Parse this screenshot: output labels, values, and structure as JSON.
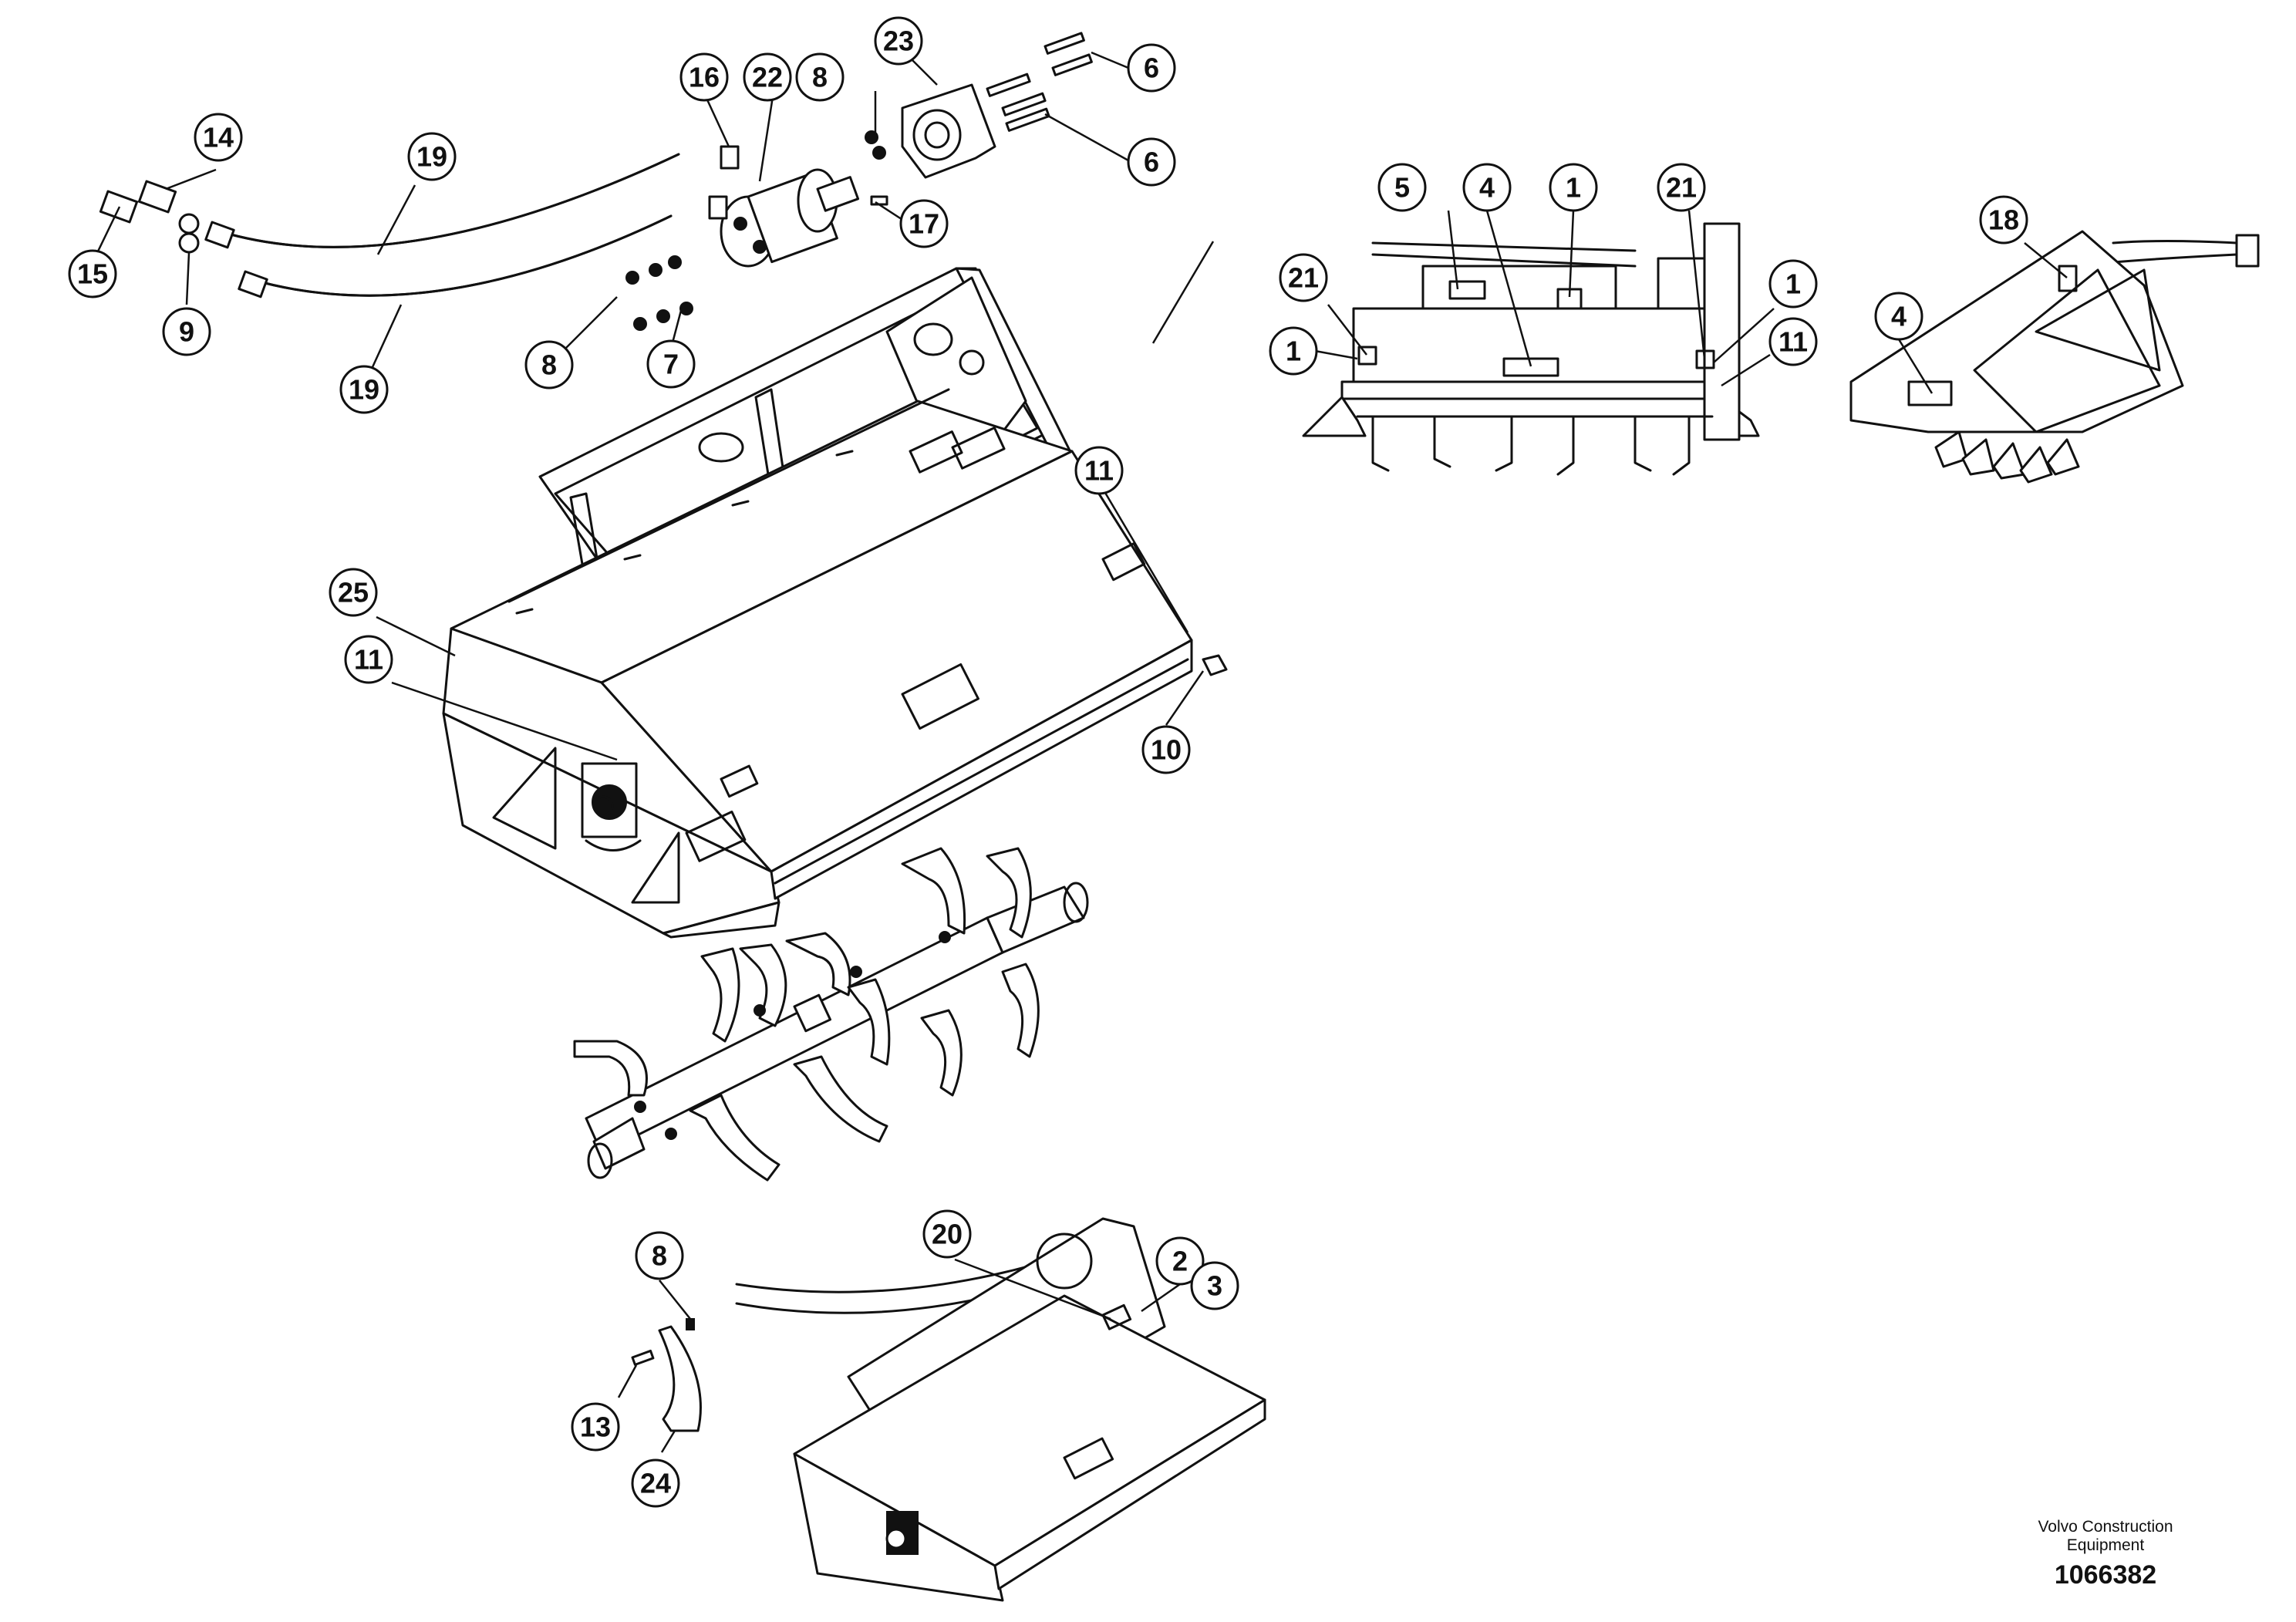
{
  "callouts": [
    {
      "label": "1"
    },
    {
      "label": "1"
    },
    {
      "label": "1"
    },
    {
      "label": "2"
    },
    {
      "label": "3"
    },
    {
      "label": "4"
    },
    {
      "label": "4"
    },
    {
      "label": "5"
    },
    {
      "label": "6"
    },
    {
      "label": "6"
    },
    {
      "label": "7"
    },
    {
      "label": "8"
    },
    {
      "label": "8"
    },
    {
      "label": "8"
    },
    {
      "label": "9"
    },
    {
      "label": "10"
    },
    {
      "label": "11"
    },
    {
      "label": "11"
    },
    {
      "label": "11"
    },
    {
      "label": "13"
    },
    {
      "label": "14"
    },
    {
      "label": "15"
    },
    {
      "label": "16"
    },
    {
      "label": "17"
    },
    {
      "label": "18"
    },
    {
      "label": "19"
    },
    {
      "label": "19"
    },
    {
      "label": "20"
    },
    {
      "label": "21"
    },
    {
      "label": "21"
    },
    {
      "label": "22"
    },
    {
      "label": "23"
    },
    {
      "label": "24"
    },
    {
      "label": "25"
    }
  ],
  "footer": {
    "brand_line1": "Volvo Construction",
    "brand_line2": "Equipment",
    "doc_number": "1066382"
  }
}
